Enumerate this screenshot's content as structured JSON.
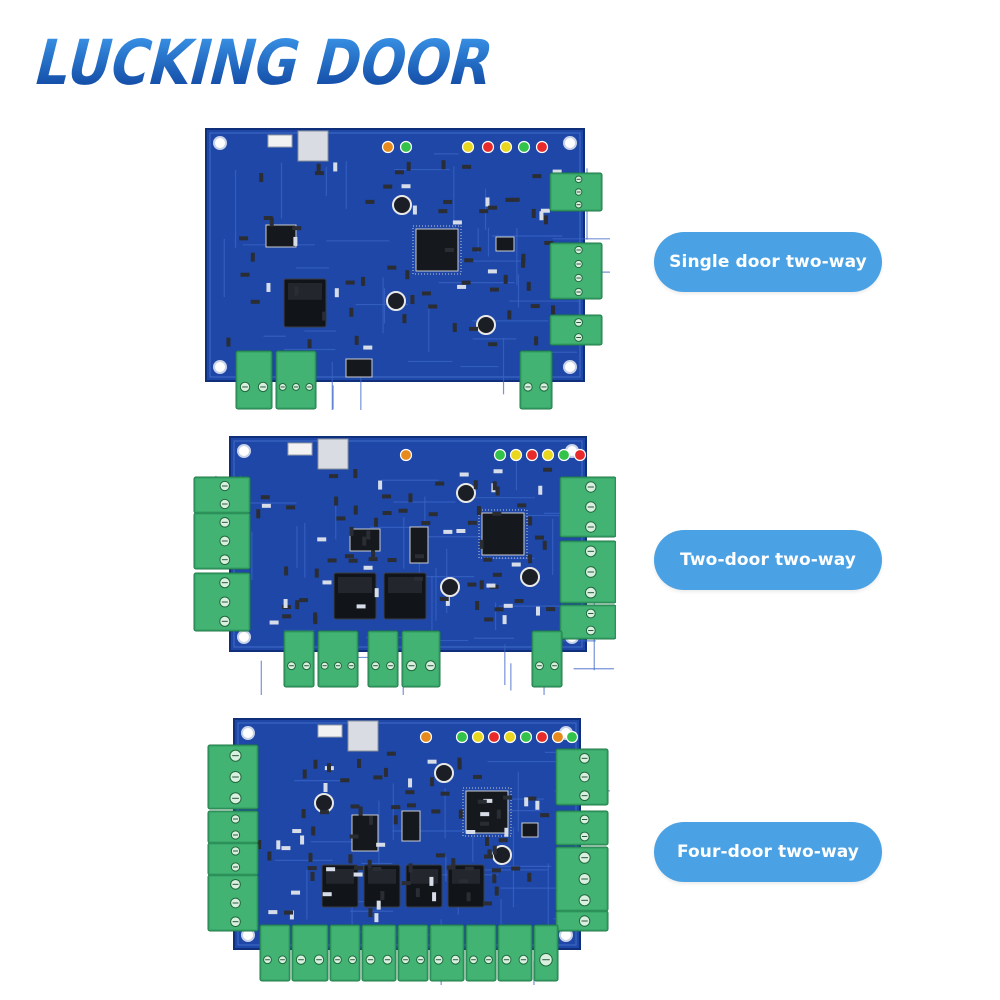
{
  "brand": {
    "logo_text": "LUCKING DOOR",
    "color_top": "#2f8fe0",
    "color_bottom": "#0b3f9e"
  },
  "products": [
    {
      "label": "Single door two-way",
      "doors": 1
    },
    {
      "label": "Two-door two-way",
      "doors": 2
    },
    {
      "label": "Four-door two-way",
      "doors": 4
    }
  ],
  "colors": {
    "pill_background": "#4aa2e4",
    "pcb_blue": "#1e47a8",
    "terminal_green": "#3aa86a",
    "relay_black": "#111418"
  }
}
